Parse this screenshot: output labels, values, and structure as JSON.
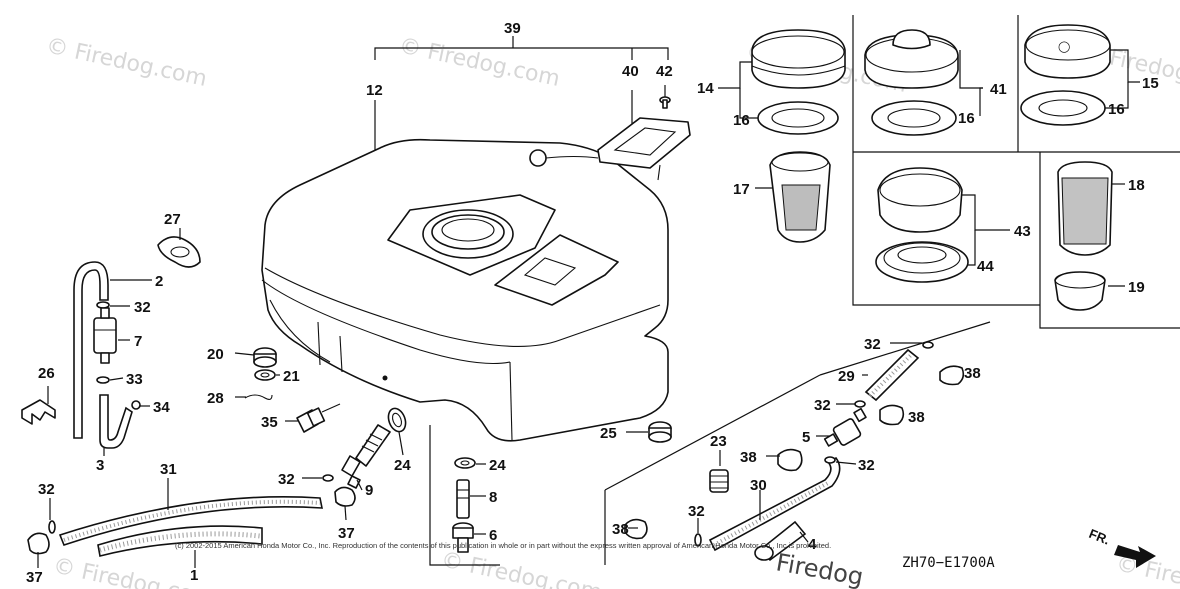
{
  "diagram": {
    "code": "ZH70−E1700A",
    "copyright": "(c) 2002-2015 American Honda Motor Co., Inc. Reproduction of the contents of this publication in whole or in part without the express written approval of American Honda Motor Co., Inc is prohibited.",
    "watermark": "© Firedog.com",
    "watermark_large": "Firedog",
    "direction_label": "FR.",
    "callouts": {
      "c39": "39",
      "c12": "12",
      "c40": "40",
      "c42": "42",
      "c14": "14",
      "c16a": "16",
      "c17": "17",
      "c41": "41",
      "c16b": "16",
      "c43": "43",
      "c44": "44",
      "c15": "15",
      "c16c": "16",
      "c18": "18",
      "c19": "19",
      "c27": "27",
      "c2": "2",
      "c32a": "32",
      "c7": "7",
      "c26": "26",
      "c33": "33",
      "c34": "34",
      "c3": "3",
      "c20": "20",
      "c21": "21",
      "c28": "28",
      "c35": "35",
      "c24a": "24",
      "c31": "31",
      "c32b": "32",
      "c9": "9",
      "c37a": "37",
      "c32c": "32",
      "c37b": "37",
      "c1": "1",
      "c24b": "24",
      "c8": "8",
      "c6": "6",
      "c25": "25",
      "c23": "23",
      "c32d": "32",
      "c29": "29",
      "c38a": "38",
      "c32e": "32",
      "c38b": "38",
      "c5": "5",
      "c32f": "32",
      "c38c": "38",
      "c30": "30",
      "c38d": "38",
      "c32g": "32",
      "c4": "4"
    }
  }
}
